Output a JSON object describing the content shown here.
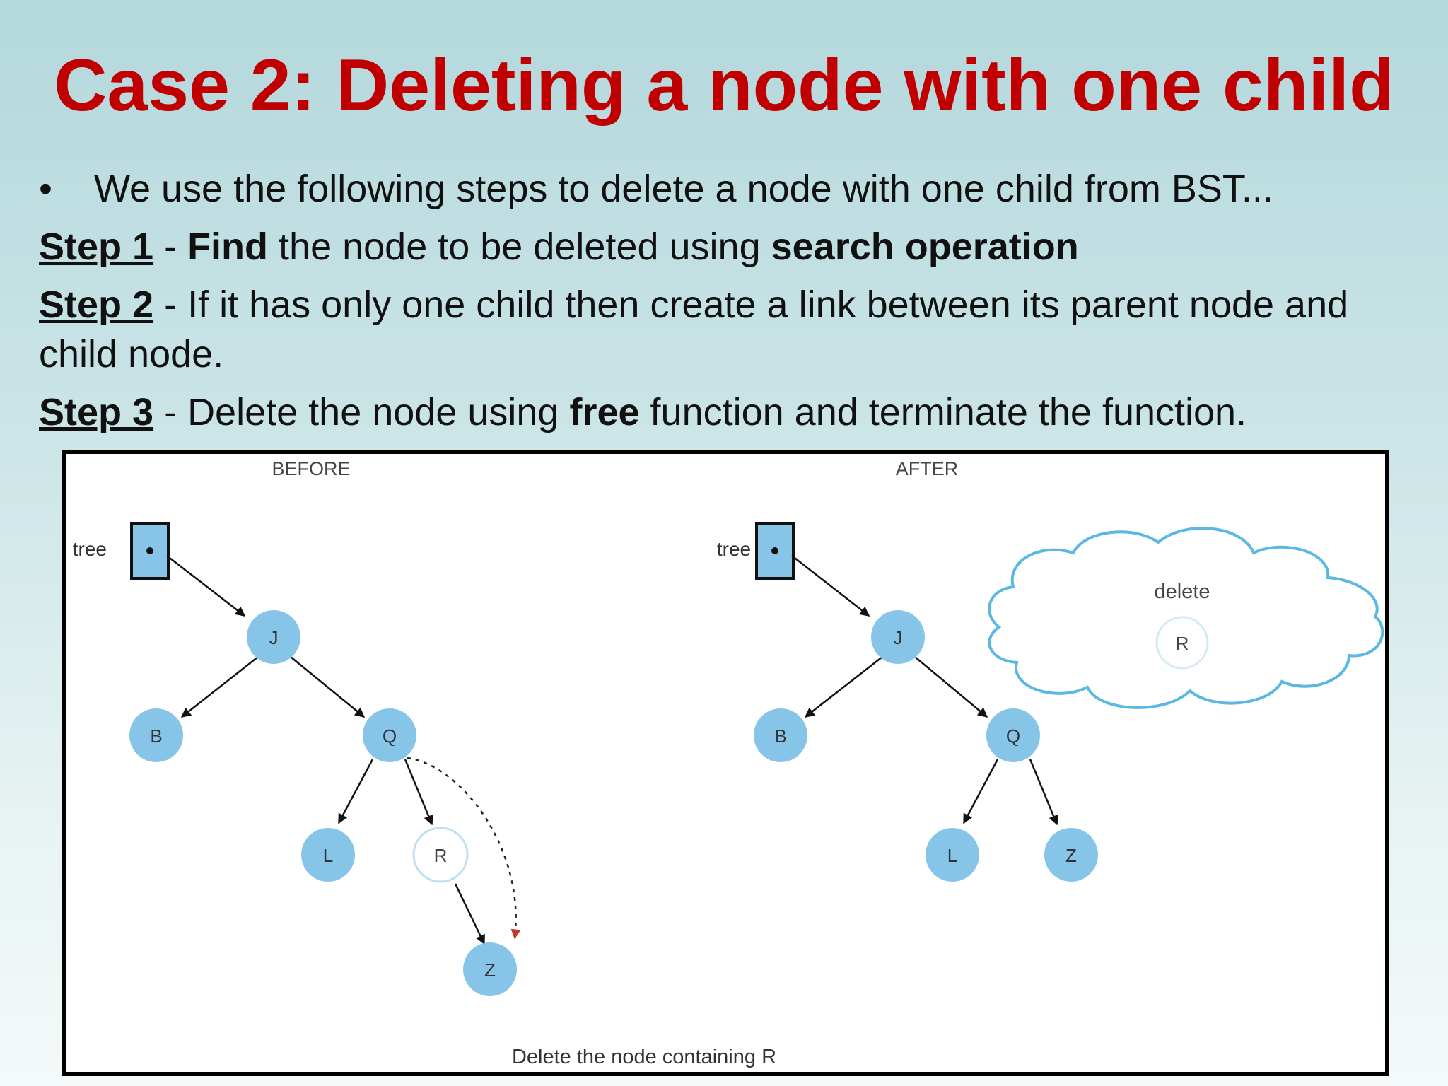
{
  "title": "Case 2: Deleting a node with one child",
  "bullet": {
    "mark": "•",
    "text": "We use the following steps to delete a node with one child from BST..."
  },
  "steps": [
    {
      "label": "Step 1",
      "sep": " - ",
      "bold1": "Find",
      "mid": " the node to be deleted using ",
      "bold2": "search operation"
    },
    {
      "label": "Step 2",
      "sep": " - ",
      "text": "If it has only one child then create a link between its parent node and child node."
    },
    {
      "label": "Step 3",
      "sep": " - ",
      "pre": "Delete the node using ",
      "bold": "free",
      "post": " function and terminate the function."
    }
  ],
  "figure": {
    "before_label": "BEFORE",
    "after_label": "AFTER",
    "tree_label": "tree",
    "delete_label": "delete",
    "caption": "Delete the node containing R",
    "node_color": "#86c5e8",
    "cloud_color": "#5bb8e0",
    "before_nodes": [
      "J",
      "B",
      "Q",
      "L",
      "R",
      "Z"
    ],
    "after_nodes": [
      "J",
      "B",
      "Q",
      "L",
      "Z"
    ],
    "deleted_node": "R"
  }
}
